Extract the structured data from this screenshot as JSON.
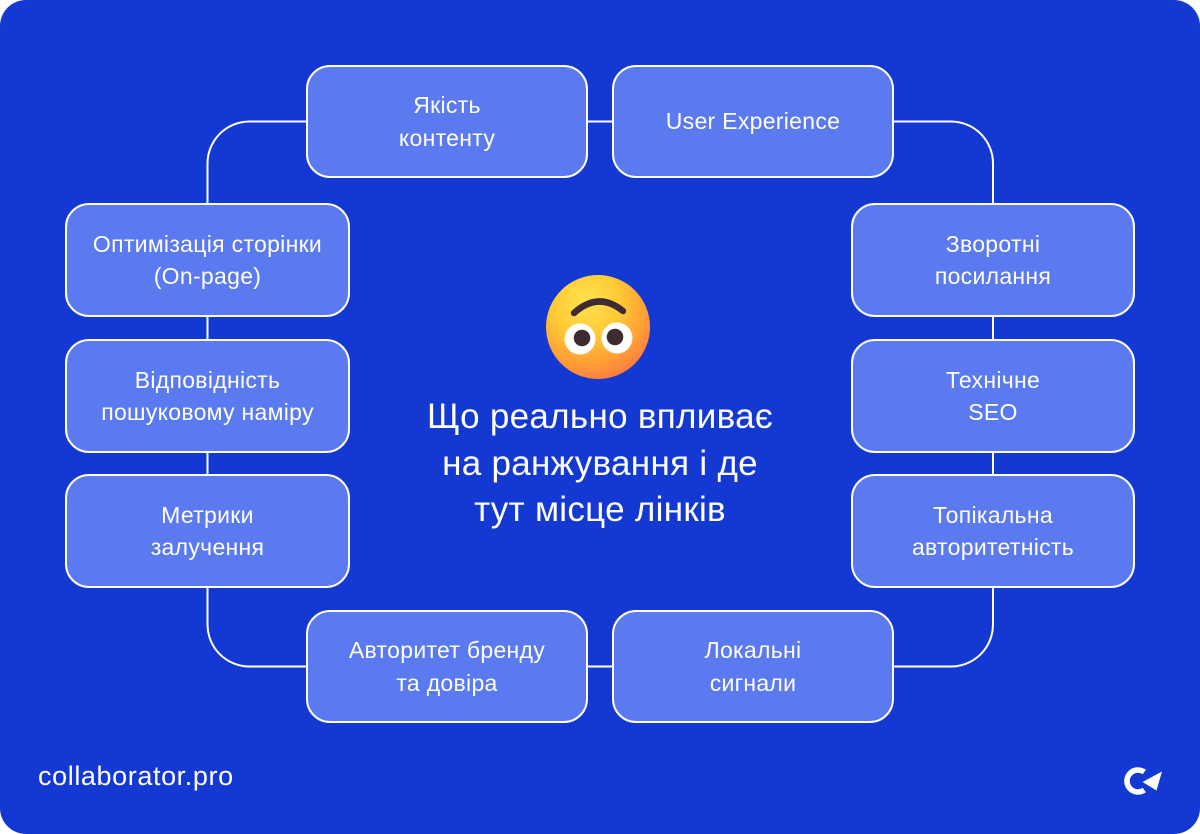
{
  "colors": {
    "page_bg": "#ffffff",
    "panel_bg": "#1438D2",
    "node_fill": "#5C7AEF",
    "line": "#ffffff",
    "text": "#ffffff",
    "emoji_yellow": "#FFD732",
    "emoji_orange": "#F9803F",
    "emoji_dark": "#402A32"
  },
  "nodes": {
    "quality": {
      "label": "Якість\nконтенту"
    },
    "ux": {
      "label": "User Experience"
    },
    "onpage": {
      "label": "Оптимізація сторінки\n(On-page)"
    },
    "intent": {
      "label": "Відповідність\nпошуковому наміру"
    },
    "engagement": {
      "label": "Метрики\nзалучення"
    },
    "backlinks": {
      "label": "Зворотні\nпосилання"
    },
    "techseo": {
      "label": "Технічне\nSEO"
    },
    "topical": {
      "label": "Топікальна\nавторитетність"
    },
    "brand": {
      "label": "Авторитет бренду\nта довіра"
    },
    "local": {
      "label": "Локальні\nсигнали"
    }
  },
  "center": {
    "emoji": "upside-down-face",
    "title": "Що реально впливає\nна ранжування і де\nтут місце лінків"
  },
  "footer": {
    "site": "collaborator.pro",
    "logo": "collaborator-logo"
  }
}
